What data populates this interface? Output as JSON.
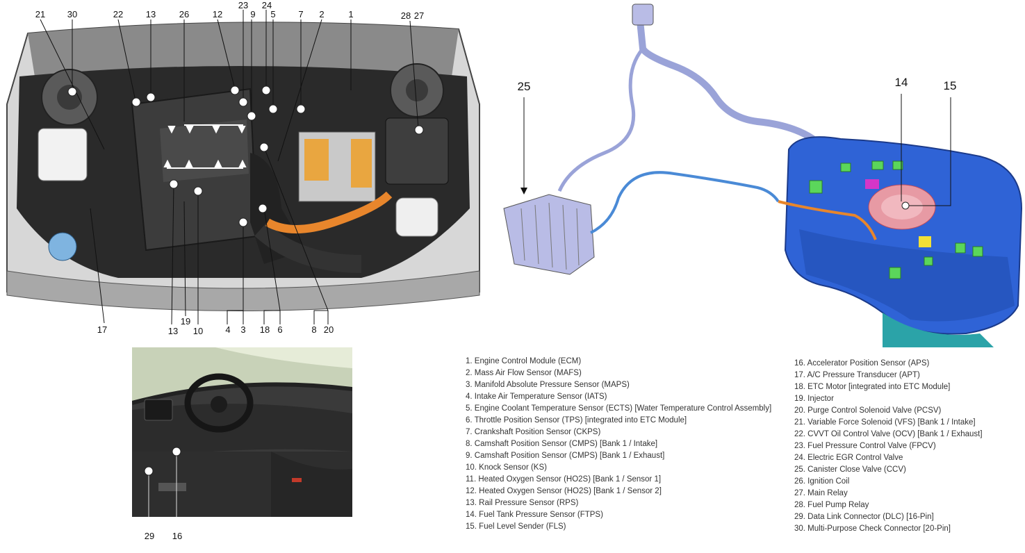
{
  "engine_callouts": {
    "top": [
      "21",
      "30",
      "22",
      "13",
      "26",
      "12",
      "23",
      "9",
      "24",
      "5",
      "7",
      "2",
      "1",
      "28",
      "27"
    ],
    "bottom": [
      "17",
      "13",
      "19",
      "10",
      "4",
      "3",
      "18",
      "6",
      "8",
      "20"
    ]
  },
  "tank_callouts": [
    "25",
    "14",
    "15"
  ],
  "cabin_callouts": [
    "29",
    "16"
  ],
  "legend_left": [
    "1. Engine Control Module (ECM)",
    "2. Mass Air Flow Sensor (MAFS)",
    "3. Manifold Absolute Pressure Sensor (MAPS)",
    "4. Intake Air Temperature Sensor (IATS)",
    "5. Engine Coolant Temperature Sensor (ECTS) [Water Temperature Control Assembly]",
    "6. Throttle Position Sensor (TPS) [integrated into ETC Module]",
    "7. Crankshaft Position Sensor (CKPS)",
    "8. Camshaft Position Sensor (CMPS) [Bank 1 / Intake]",
    "9. Camshaft Position Sensor (CMPS) [Bank 1 / Exhaust]",
    "10. Knock Sensor (KS)",
    "11. Heated Oxygen Sensor (HO2S) [Bank 1 / Sensor 1]",
    "12. Heated Oxygen Sensor (HO2S) [Bank 1 / Sensor 2]",
    "13. Rail Pressure Sensor (RPS)",
    "14. Fuel Tank Pressure Sensor (FTPS)",
    "15. Fuel Level Sender (FLS)"
  ],
  "legend_right": [
    "16. Accelerator Position Sensor (APS)",
    "17. A/C Pressure Transducer (APT)",
    "18. ETC Motor [integrated into ETC Module]",
    "19. Injector",
    "20. Purge Control Solenoid Valve (PCSV)",
    "21. Variable Force Solenoid (VFS) [Bank 1 / Intake]",
    "22. CVVT Oil Control Valve (OCV) [Bank 1 / Exhaust]",
    "23. Fuel Pressure Control Valve (FPCV)",
    "24. Electric EGR Control Valve",
    "25. Canister Close Valve (CCV)",
    "26. Ignition Coil",
    "27. Main Relay",
    "28. Fuel Pump Relay",
    "29. Data Link Connector (DLC) [16-Pin]",
    "30. Multi-Purpose Check Connector [20-Pin]"
  ],
  "colors": {
    "engine_cover": "#3c3c3c",
    "engine_bay": "#2a2a2a",
    "fender": "#9a9a9a",
    "orange_hose": "#e8862c",
    "fuel_tank": "#2f63d6",
    "canister": "#b9bce6",
    "vapor_line": "#9aa3d8",
    "interior": "#3a3a3a"
  }
}
